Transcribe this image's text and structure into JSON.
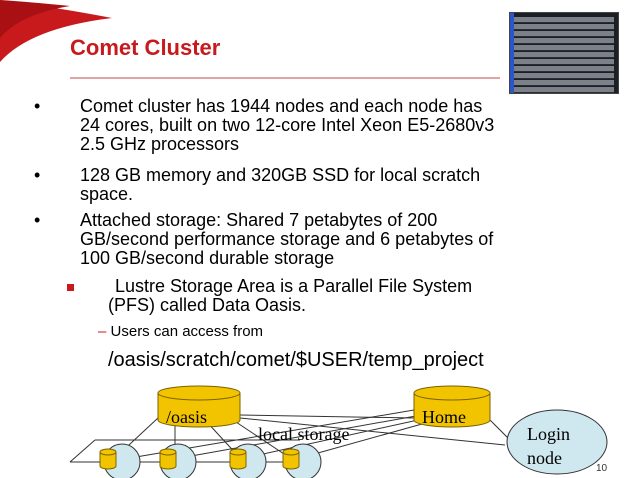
{
  "slide": {
    "title": "Comet Cluster",
    "page_number": "10"
  },
  "bullets": [
    {
      "lines": [
        "Comet cluster has 1944 nodes and each node has",
        "24 cores, built on two 12-core Intel Xeon E5-2680v3",
        "2.5 GHz processors"
      ]
    },
    {
      "lines": [
        "128 GB memory and 320GB SSD for local scratch",
        "space."
      ]
    },
    {
      "lines": [
        "Attached storage: Shared 7 petabytes of 200",
        "GB/second performance storage and 6 petabytes of",
        "100 GB/second durable storage"
      ]
    }
  ],
  "sub_bullet": {
    "lines": [
      "Lustre Storage Area is a Parallel File System",
      "(PFS) called Data Oasis."
    ]
  },
  "dash_item": {
    "marker": "–",
    "text": "Users can access from"
  },
  "path_text": "/oasis/scratch/comet/$USER/temp_project",
  "diagram": {
    "oasis_label": "/oasis",
    "home_label": "Home",
    "local_storage_label": "local storage",
    "login_node_label": [
      "Login",
      "node"
    ]
  },
  "colors": {
    "accent": "#c8191d",
    "cylinder_fill": "#f2c400",
    "node_fill": "#cfe8ef"
  }
}
